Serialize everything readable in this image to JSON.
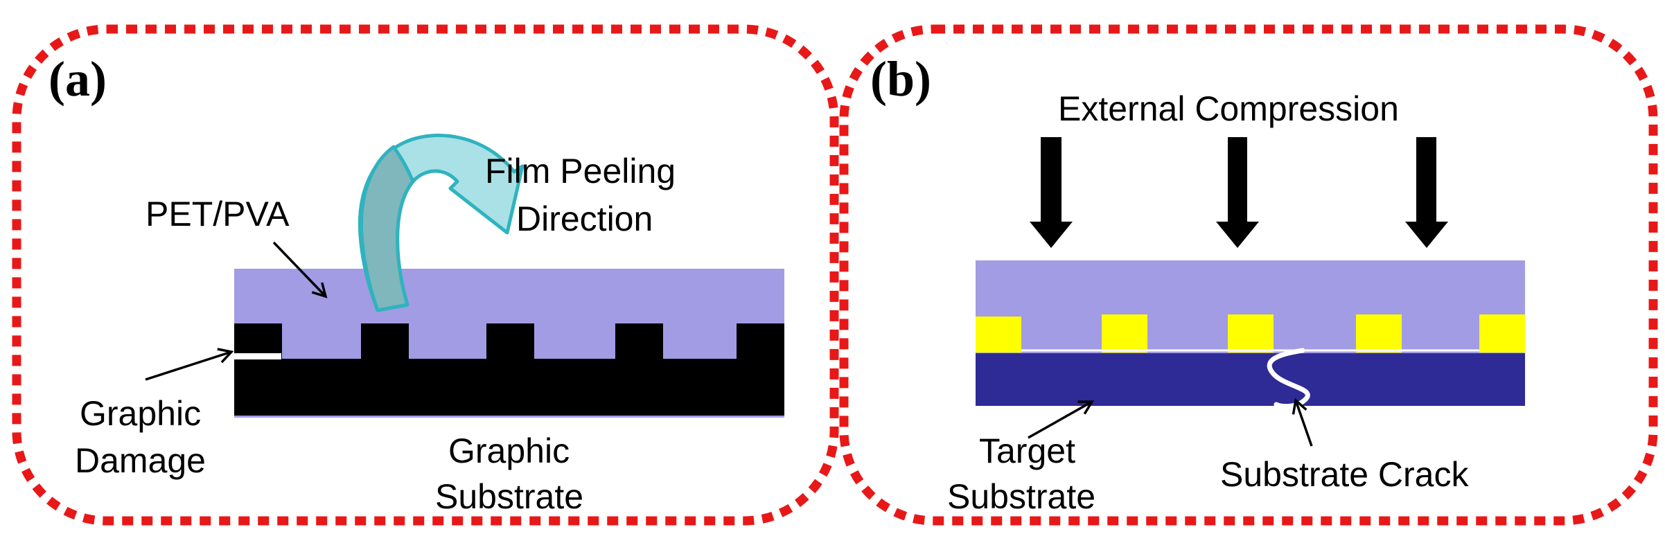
{
  "colors": {
    "border": "#e81818",
    "film": "#a29ce4",
    "substrate_black": "#000000",
    "target_substrate": "#2e2b96",
    "electrode": "#ffff00",
    "peel_arrow_fill": "#a9e1e6",
    "peel_arrow_stroke": "#2fb3bf",
    "peel_arrow_dark": "#7fb7bc"
  },
  "panel_a": {
    "tag": "(a)",
    "pet_pva_label": "PET/PVA",
    "peel_label_line1": "Film Peeling",
    "peel_label_line2": "Direction",
    "damage_label_line1": "Graphic",
    "damage_label_line2": "Damage",
    "substrate_label_line1": "Graphic",
    "substrate_label_line2": "Substrate",
    "peel_arrow_icon": "curved-arrow-icon"
  },
  "panel_b": {
    "tag": "(b)",
    "compression_label": "External Compression",
    "target_label_line1": "Target",
    "target_label_line2": "Substrate",
    "crack_label": "Substrate Crack",
    "compression_arrow_icon": "down-arrow-icon"
  }
}
